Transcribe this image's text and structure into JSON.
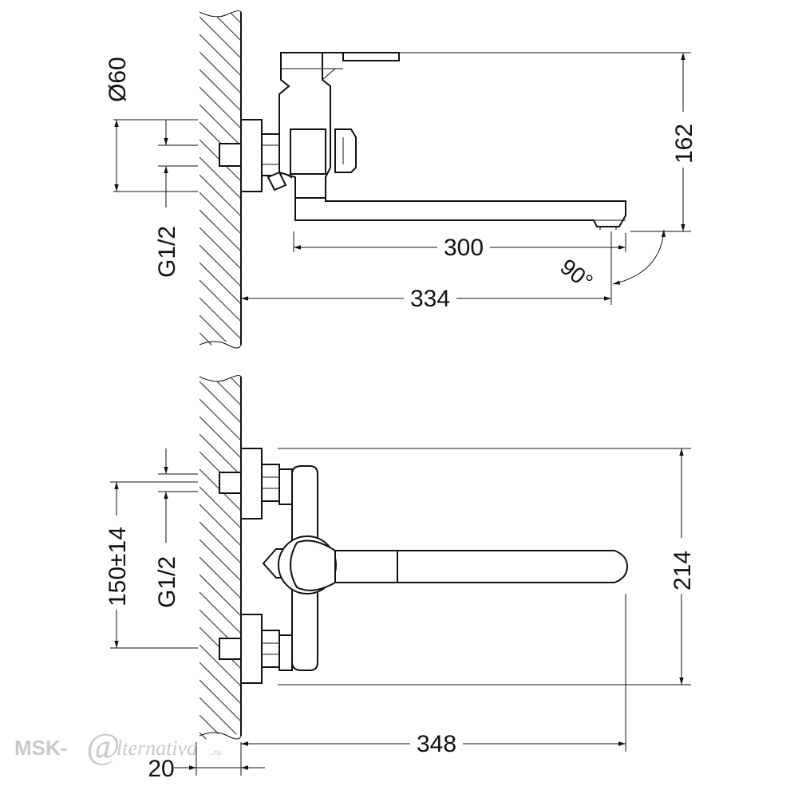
{
  "top_view": {
    "dim_diameter": "Ø60",
    "dim_thread": "G1/2",
    "dim_height": "162",
    "dim_spout_reach": "300",
    "dim_angle": "90°",
    "dim_total_reach": "334"
  },
  "front_view": {
    "dim_center_distance": "150±14",
    "dim_thread": "G1/2",
    "dim_height": "214",
    "dim_length": "348",
    "dim_wall": "20"
  },
  "watermark": {
    "brand_left": "MSK-",
    "brand_symbol": "@",
    "brand_right": "lternativa",
    "brand_tld": ".ru"
  }
}
